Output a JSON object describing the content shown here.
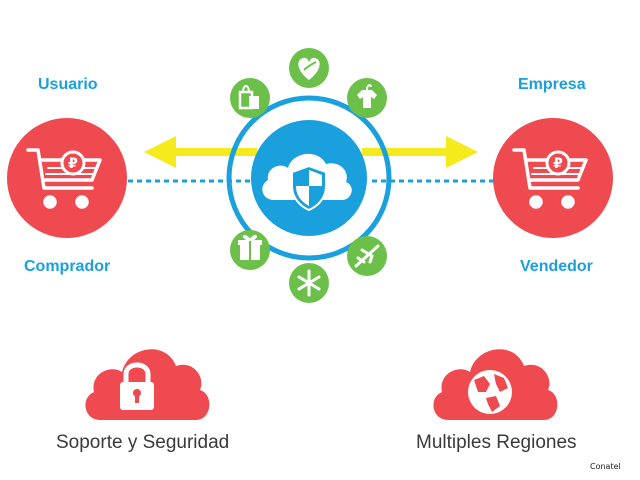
{
  "left_party": {
    "top_label": "Usuario",
    "bottom_label": "Comprador",
    "icon": "shopping-cart-ruble-icon"
  },
  "right_party": {
    "top_label": "Empresa",
    "bottom_label": "Vendedor",
    "icon": "shopping-cart-ruble-icon"
  },
  "center_hub": {
    "icon": "cloud-shield-icon",
    "satellite_icons": [
      "shopping-bags-icon",
      "heart-leaf-icon",
      "tshirt-hanger-icon",
      "airplane-icon",
      "snowflake-icon",
      "gift-icon"
    ]
  },
  "features": [
    {
      "label": "Soporte y Seguridad",
      "icon": "cloud-lock-icon"
    },
    {
      "label": "Multiples Regiones",
      "icon": "cloud-globe-icon"
    }
  ],
  "watermark": "Conatel",
  "colors": {
    "red": "#ee4a4f",
    "blue": "#1aa0dc",
    "green": "#6cc04a",
    "yellow": "#f4ea1c",
    "dark_text": "#3a3a3a"
  }
}
